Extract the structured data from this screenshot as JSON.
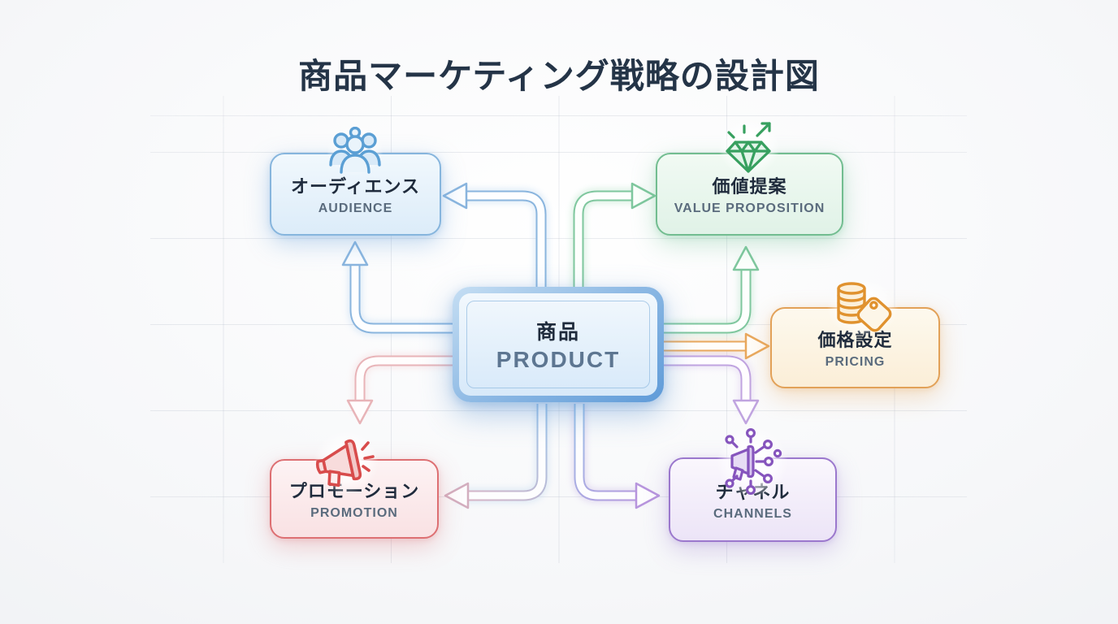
{
  "title": "商品マーケティング戦略の設計図",
  "nodes": {
    "product": {
      "label_jp": "商品",
      "label_en": "PRODUCT",
      "accent": "#5f9bd8"
    },
    "audience": {
      "label_jp": "オーディエンス",
      "label_en": "AUDIENCE",
      "accent": "#5b9fd4",
      "icon": "people-icon"
    },
    "value_proposition": {
      "label_jp": "価値提案",
      "label_en": "VALUE PROPOSITION",
      "accent": "#37a05f",
      "icon": "diamond-growth-icon"
    },
    "pricing": {
      "label_jp": "価格設定",
      "label_en": "PRICING",
      "accent": "#e0922f",
      "icon": "coins-price-tag-icon"
    },
    "promotion": {
      "label_jp": "プロモーション",
      "label_en": "PROMOTION",
      "accent": "#d84c4c",
      "icon": "megaphone-icon"
    },
    "channels": {
      "label_jp": "チャネル",
      "label_en": "CHANNELS",
      "accent": "#8655bd",
      "icon": "broadcast-network-icon"
    }
  },
  "connections": [
    {
      "from": "product",
      "to": "audience",
      "route": "top-then-left",
      "color": "#8ab5de"
    },
    {
      "from": "product",
      "to": "audience",
      "route": "left-then-up",
      "color": "#8ab5de"
    },
    {
      "from": "product",
      "to": "value_proposition",
      "route": "top-then-right",
      "color": "#7fc79e"
    },
    {
      "from": "product",
      "to": "value_proposition",
      "route": "right-then-up",
      "color": "#7fc79e"
    },
    {
      "from": "product",
      "to": "pricing",
      "route": "straight-right",
      "color": "#e8a85e"
    },
    {
      "from": "product",
      "to": "promotion",
      "route": "left-then-down",
      "color": "#e8b4b8"
    },
    {
      "from": "product",
      "to": "promotion",
      "route": "bottom-then-left",
      "color": "#9cc3e8 to #dcb3c3"
    },
    {
      "from": "product",
      "to": "channels",
      "route": "right-then-down",
      "color": "#c0a4e0"
    },
    {
      "from": "product",
      "to": "channels",
      "route": "bottom-then-right",
      "color": "#9cc3e8 to #b795dd"
    }
  ],
  "background": {
    "grid": "faint gray grid",
    "base": "#f6f7f9"
  }
}
